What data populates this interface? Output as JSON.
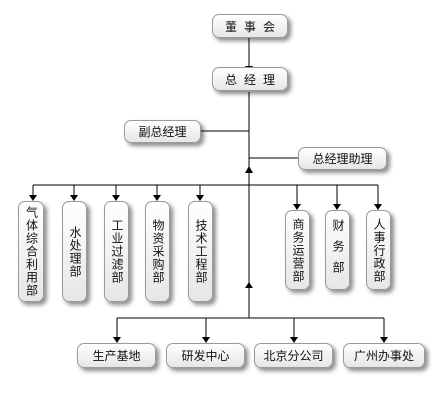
{
  "top": {
    "board": "董事会",
    "gm": "总经理",
    "deputy_gm": "副总经理",
    "gm_assistant": "总经理助理"
  },
  "left_depts": [
    "气体综合利用部",
    "水处理部",
    "工业过滤部",
    "物资采购部",
    "技术工程部"
  ],
  "right_depts": [
    "商务运营部",
    "财务部",
    "人事行政部"
  ],
  "bottom_units": [
    "生产基地",
    "研发中心",
    "北京分公司",
    "广州办事处"
  ]
}
